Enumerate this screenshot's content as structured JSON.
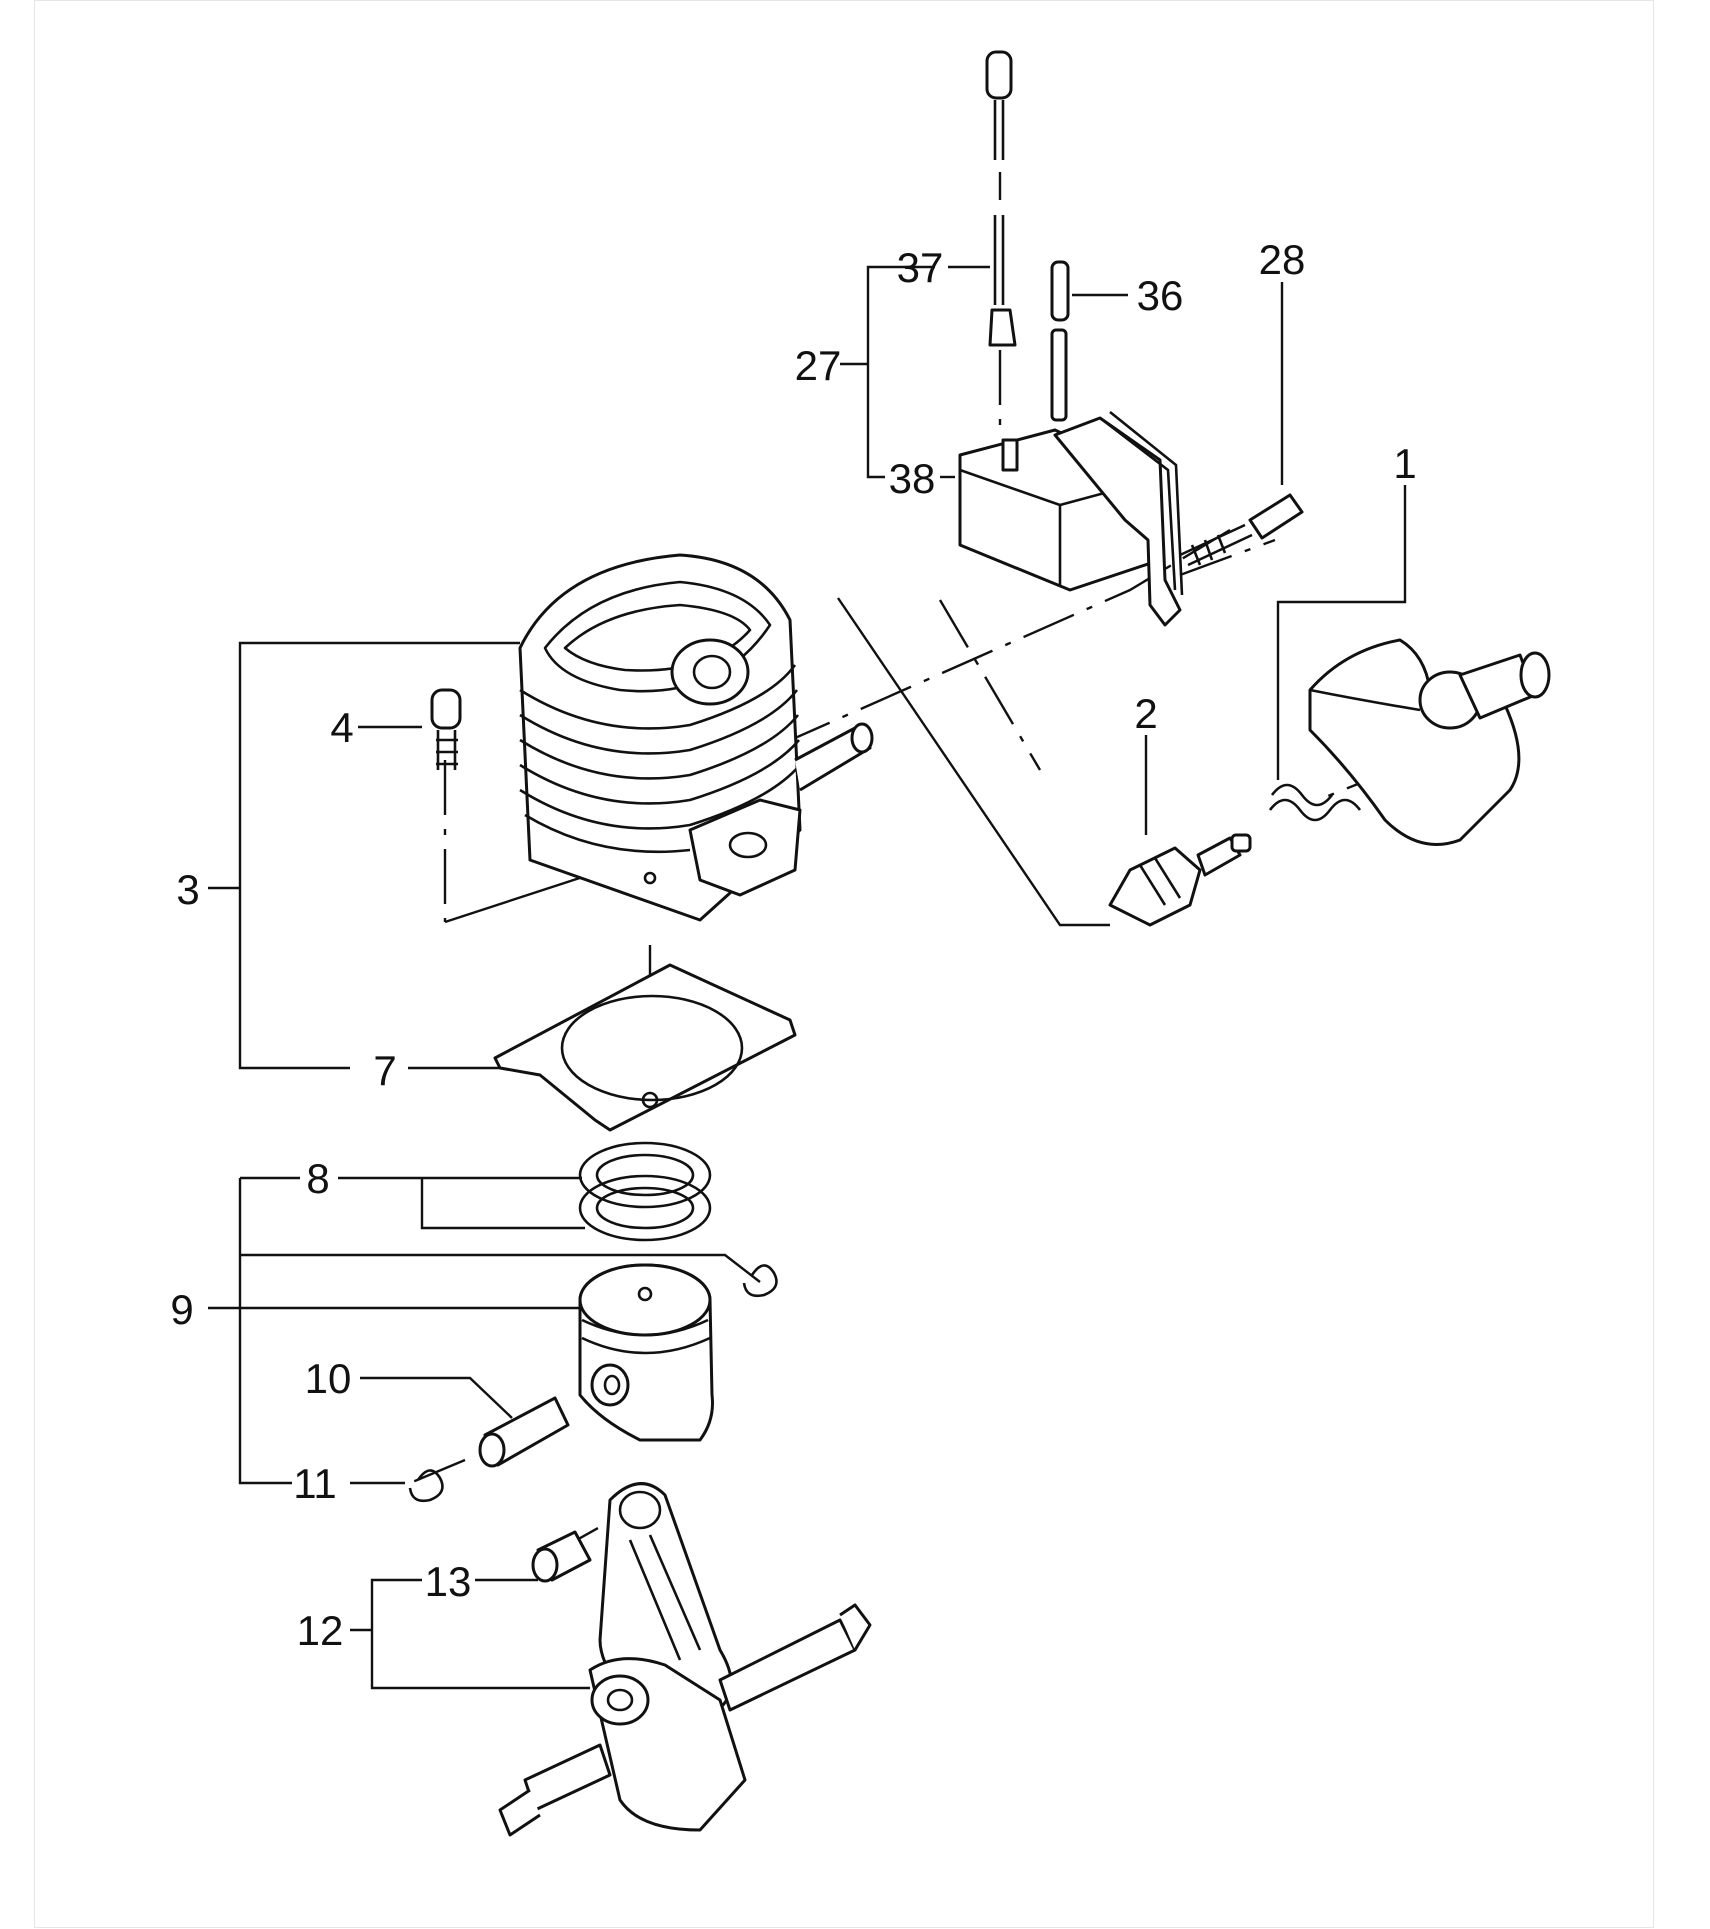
{
  "diagram": {
    "part_labels": {
      "p1": "1",
      "p2": "2",
      "p3": "3",
      "p4": "4",
      "p7": "7",
      "p8": "8",
      "p9": "9",
      "p10": "10",
      "p11": "11",
      "p12": "12",
      "p13": "13",
      "p27": "27",
      "p28": "28",
      "p36": "36",
      "p37": "37",
      "p38": "38"
    }
  }
}
